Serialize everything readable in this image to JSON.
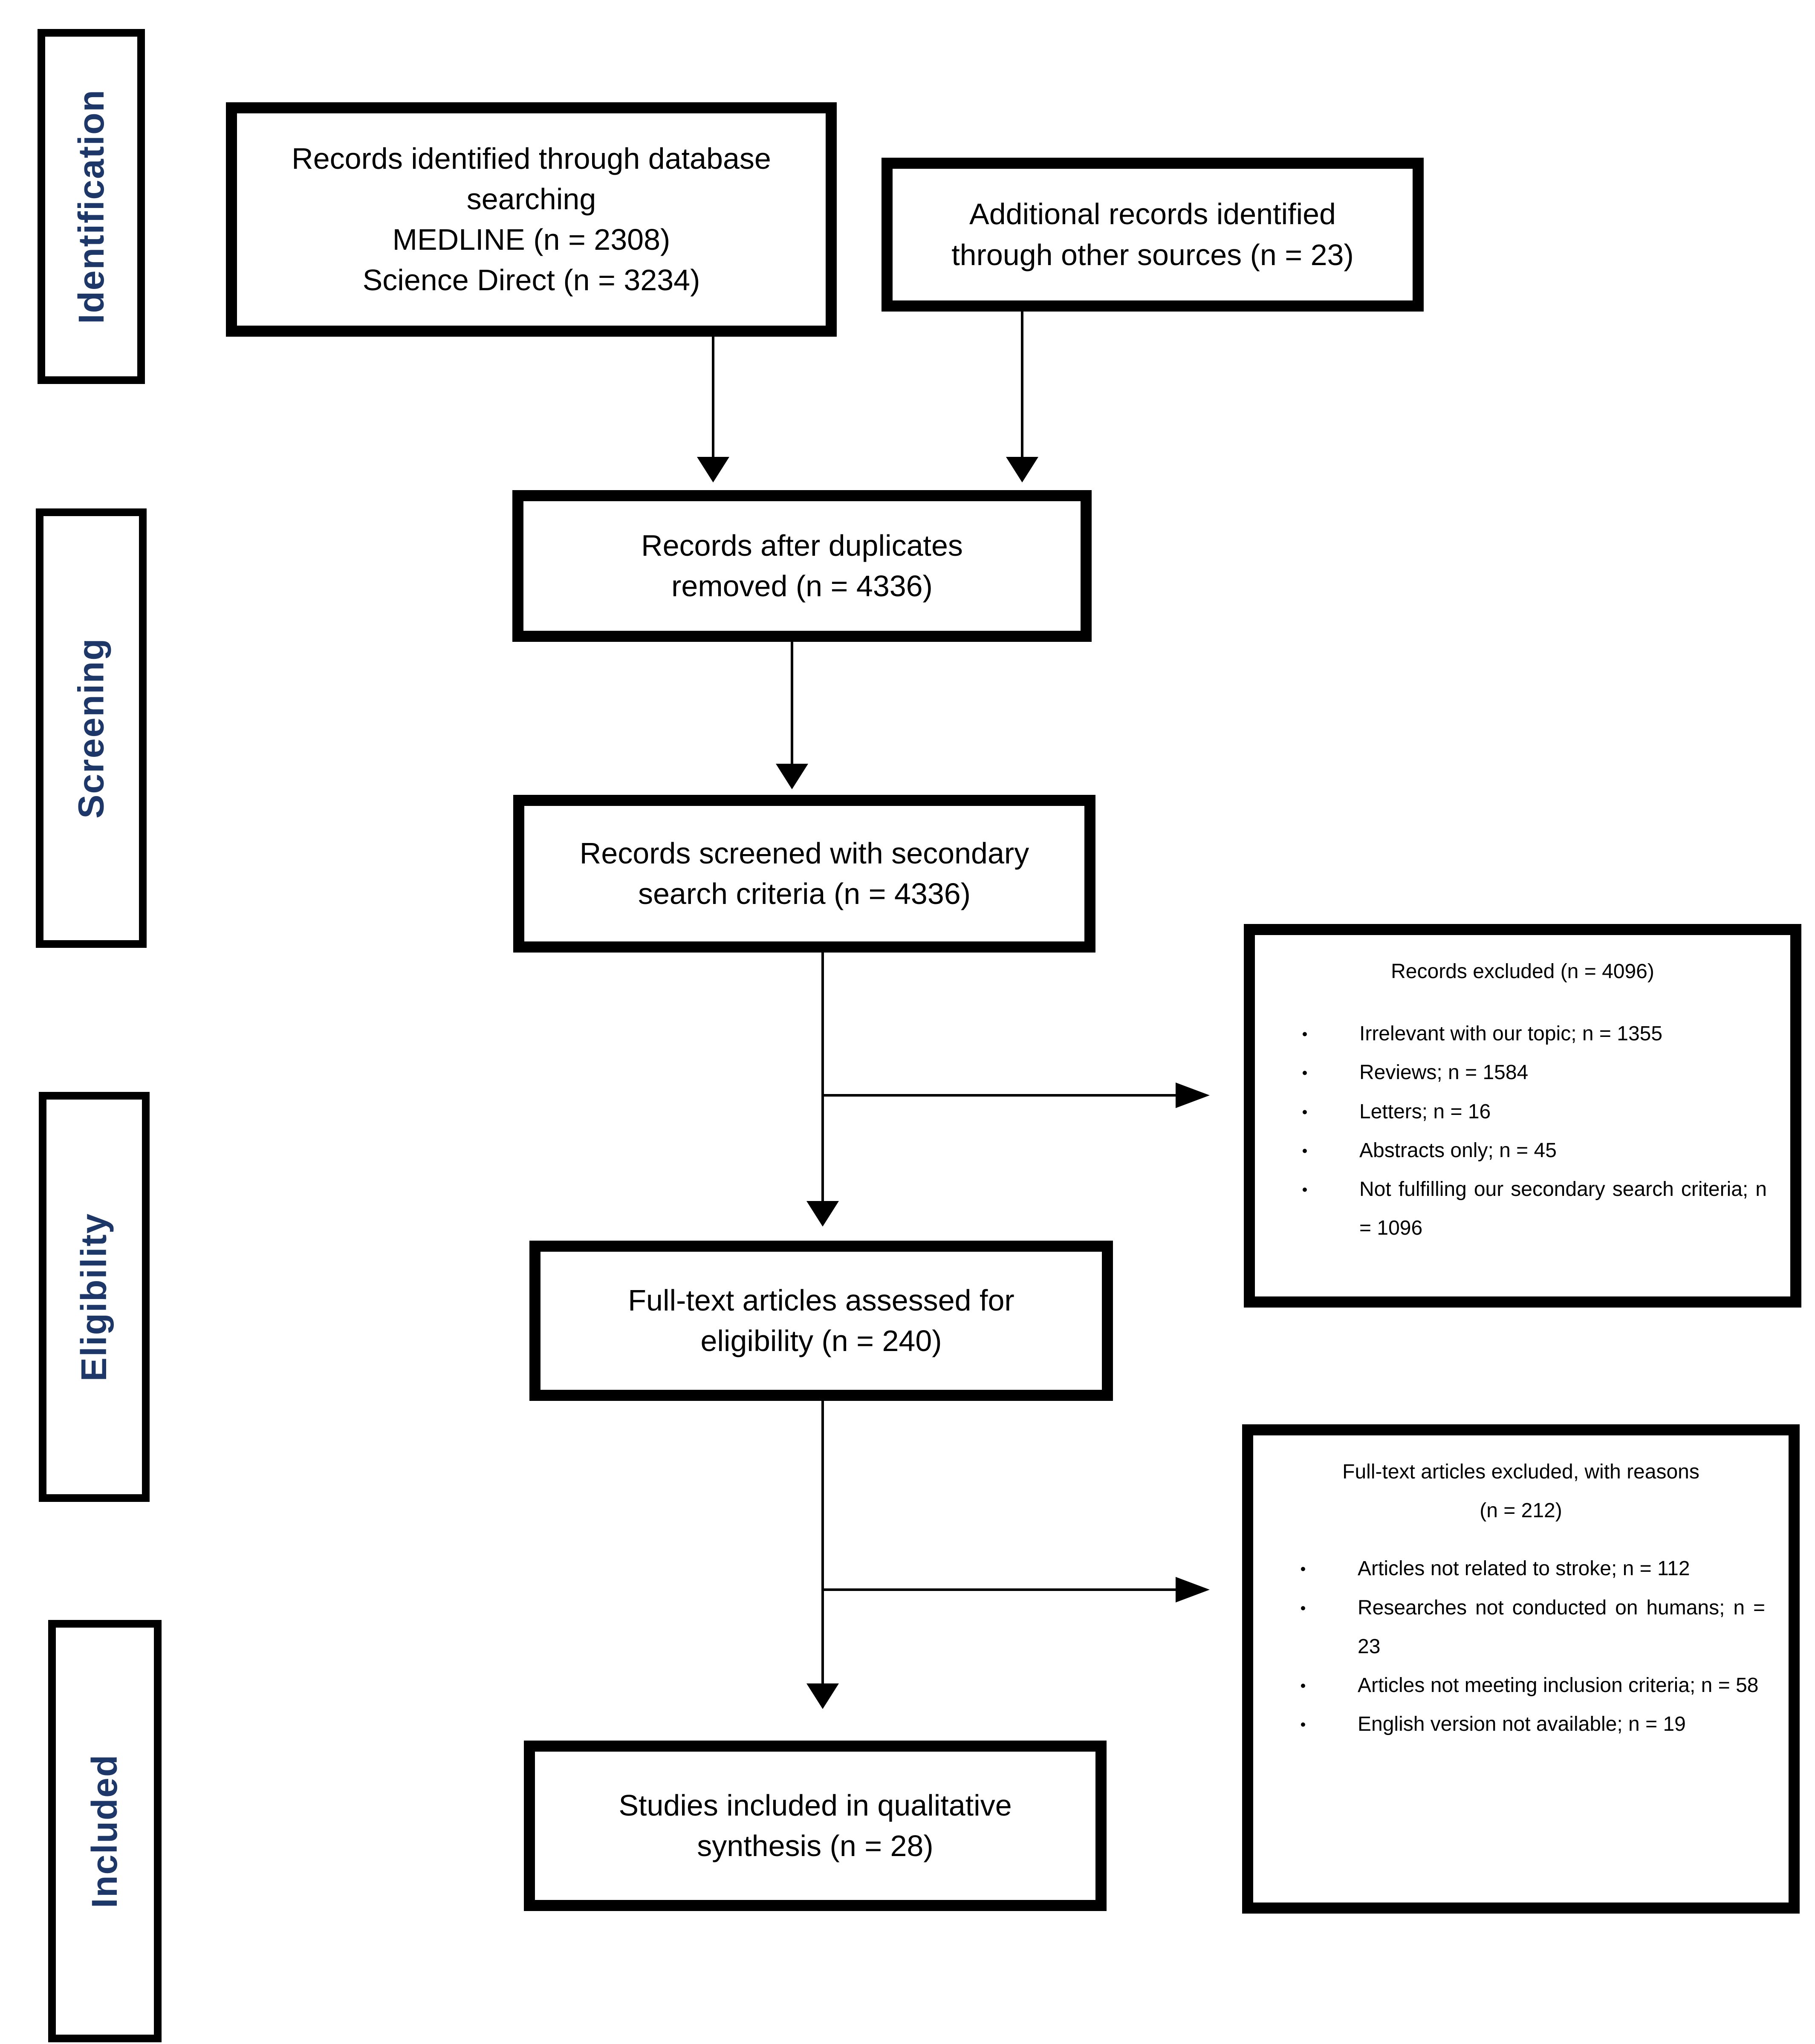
{
  "palette": {
    "background": "#ffffff",
    "box_border": "#000000",
    "box_text": "#000000",
    "stage_label_color": "#1c3768"
  },
  "stages": [
    {
      "label": "Identification"
    },
    {
      "label": "Screening"
    },
    {
      "label": "Eligibility"
    },
    {
      "label": "Included"
    }
  ],
  "boxes": {
    "identified": {
      "lines": [
        "Records identified through database",
        "searching",
        "MEDLINE (n = 2308)",
        "Science Direct (n = 3234)"
      ]
    },
    "additional": {
      "lines": [
        "Additional records identified",
        "through other sources (n = 23)"
      ]
    },
    "deduplicated": {
      "lines": [
        "Records after duplicates",
        "removed (n = 4336)"
      ]
    },
    "screened": {
      "lines": [
        "Records screened with secondary",
        "search criteria (n = 4336)"
      ]
    },
    "fulltext_assessed": {
      "lines": [
        "Full-text articles assessed for",
        "eligibility (n = 240)"
      ]
    },
    "qualitative_included": {
      "lines": [
        "Studies included in qualitative",
        "synthesis (n = 28)"
      ]
    },
    "records_excluded": {
      "title": "Records excluded (n = 4096)",
      "items": [
        "Irrelevant with our topic; n = 1355",
        "Reviews; n = 1584",
        "Letters; n = 16",
        "Abstracts only; n = 45",
        "Not fulfilling our secondary search criteria; n = 1096"
      ]
    },
    "fulltext_excluded": {
      "title_lines": [
        "Full-text articles excluded, with reasons",
        "(n = 212)"
      ],
      "items": [
        "Articles not related to stroke; n = 112",
        "Researches not conducted on humans; n = 23",
        "Articles not meeting inclusion criteria; n = 58",
        "English version not available; n = 19"
      ]
    }
  }
}
